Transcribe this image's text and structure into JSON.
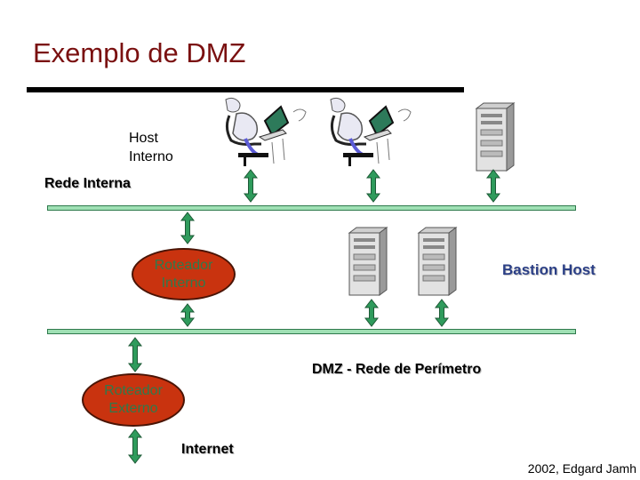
{
  "title": "Exemplo de DMZ",
  "labels": {
    "host_interno": [
      "Host",
      "Interno"
    ],
    "rede_interna": "Rede Interna",
    "roteador_interno": [
      "Roteador",
      "Interno"
    ],
    "bastion_host": "Bastion Host",
    "dmz": "DMZ - Rede de Perímetro",
    "roteador_externo": [
      "Roteador",
      "Externo"
    ],
    "internet": "Internet"
  },
  "footer": "2002, Edgard Jamh",
  "colors": {
    "title": "#7a1010",
    "network_bar": "#9fe0b4",
    "link_arrow": "#2f9b5c",
    "router_fill": "#c9330f",
    "router_text": "#2f7a4c",
    "bastion_text": "#2b3f86"
  },
  "icons": {
    "workstation": "person-at-computer-icon",
    "server": "server-tower-icon",
    "link": "double-headed-arrow-icon"
  }
}
